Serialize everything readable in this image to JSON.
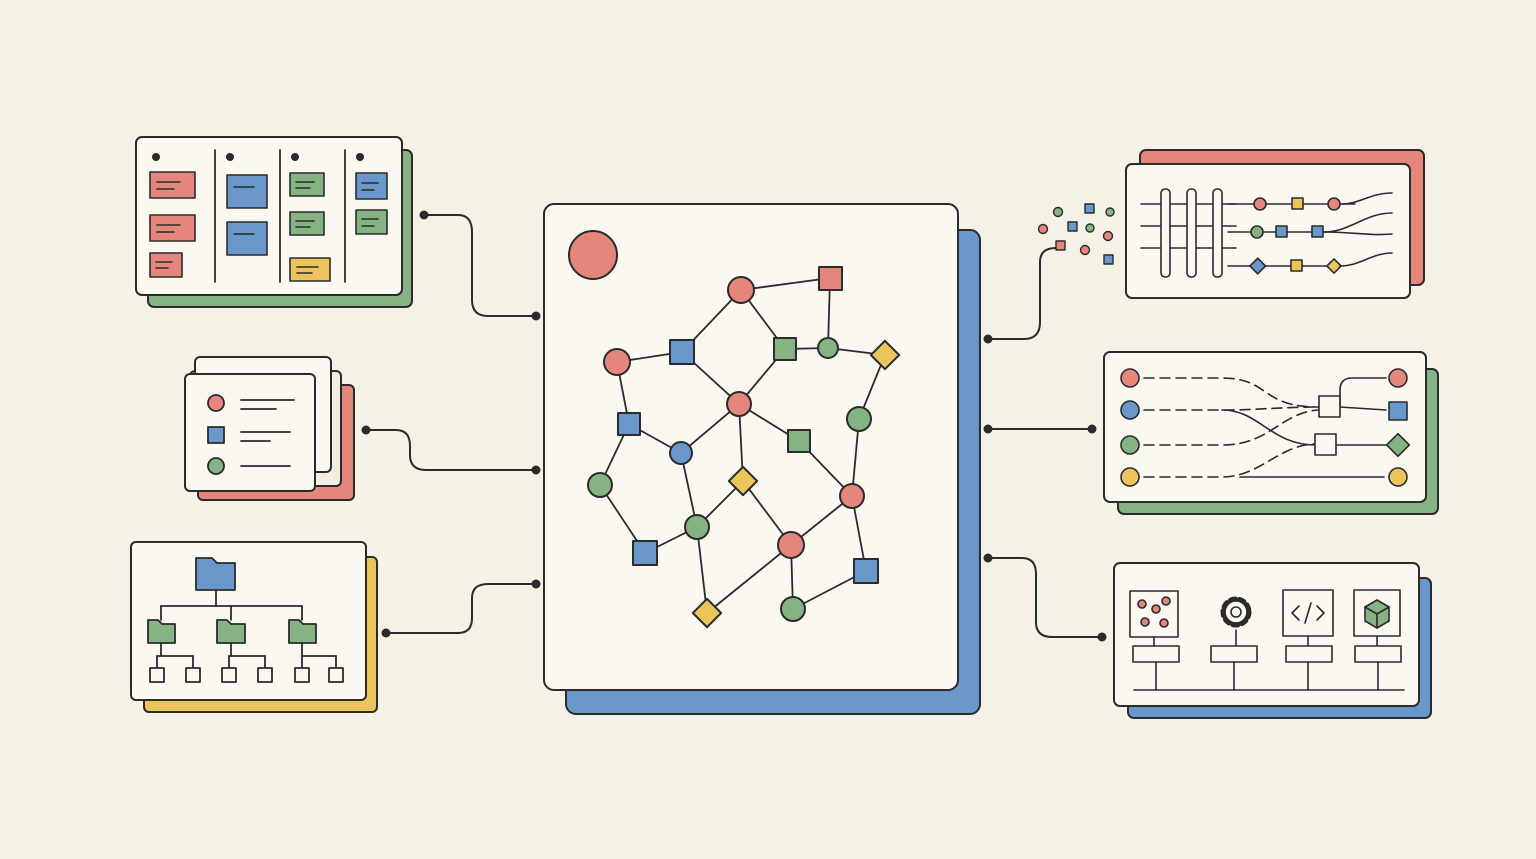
{
  "colors": {
    "background": "#f6f1e6",
    "panel": "#fbf8f1",
    "ink": "#2b2b2b",
    "red": "#e4867c",
    "blue": "#6a97c9",
    "green": "#86b384",
    "yellow": "#ecc55a"
  },
  "hub": {
    "icon": "graph-network-icon",
    "accent": "red-circle-icon",
    "shadow_color": "blue"
  },
  "modules": [
    {
      "id": "kanban",
      "side": "left",
      "icon": "kanban-board-icon",
      "shadow_color": "green"
    },
    {
      "id": "list",
      "side": "left",
      "icon": "list-stack-icon",
      "shadow_color": "red"
    },
    {
      "id": "tree",
      "side": "left",
      "icon": "folder-tree-icon",
      "shadow_color": "yellow"
    },
    {
      "id": "pipeline",
      "side": "right",
      "icon": "data-pipeline-icon",
      "shadow_color": "red"
    },
    {
      "id": "mapping",
      "side": "right",
      "icon": "mapping-icon",
      "shadow_color": "green"
    },
    {
      "id": "plugins",
      "side": "right",
      "icon": "plugin-bus-icon",
      "shadow_color": "blue"
    }
  ],
  "plugin_icons": [
    "dots-icon",
    "gear-icon",
    "code-icon",
    "cube-icon"
  ]
}
